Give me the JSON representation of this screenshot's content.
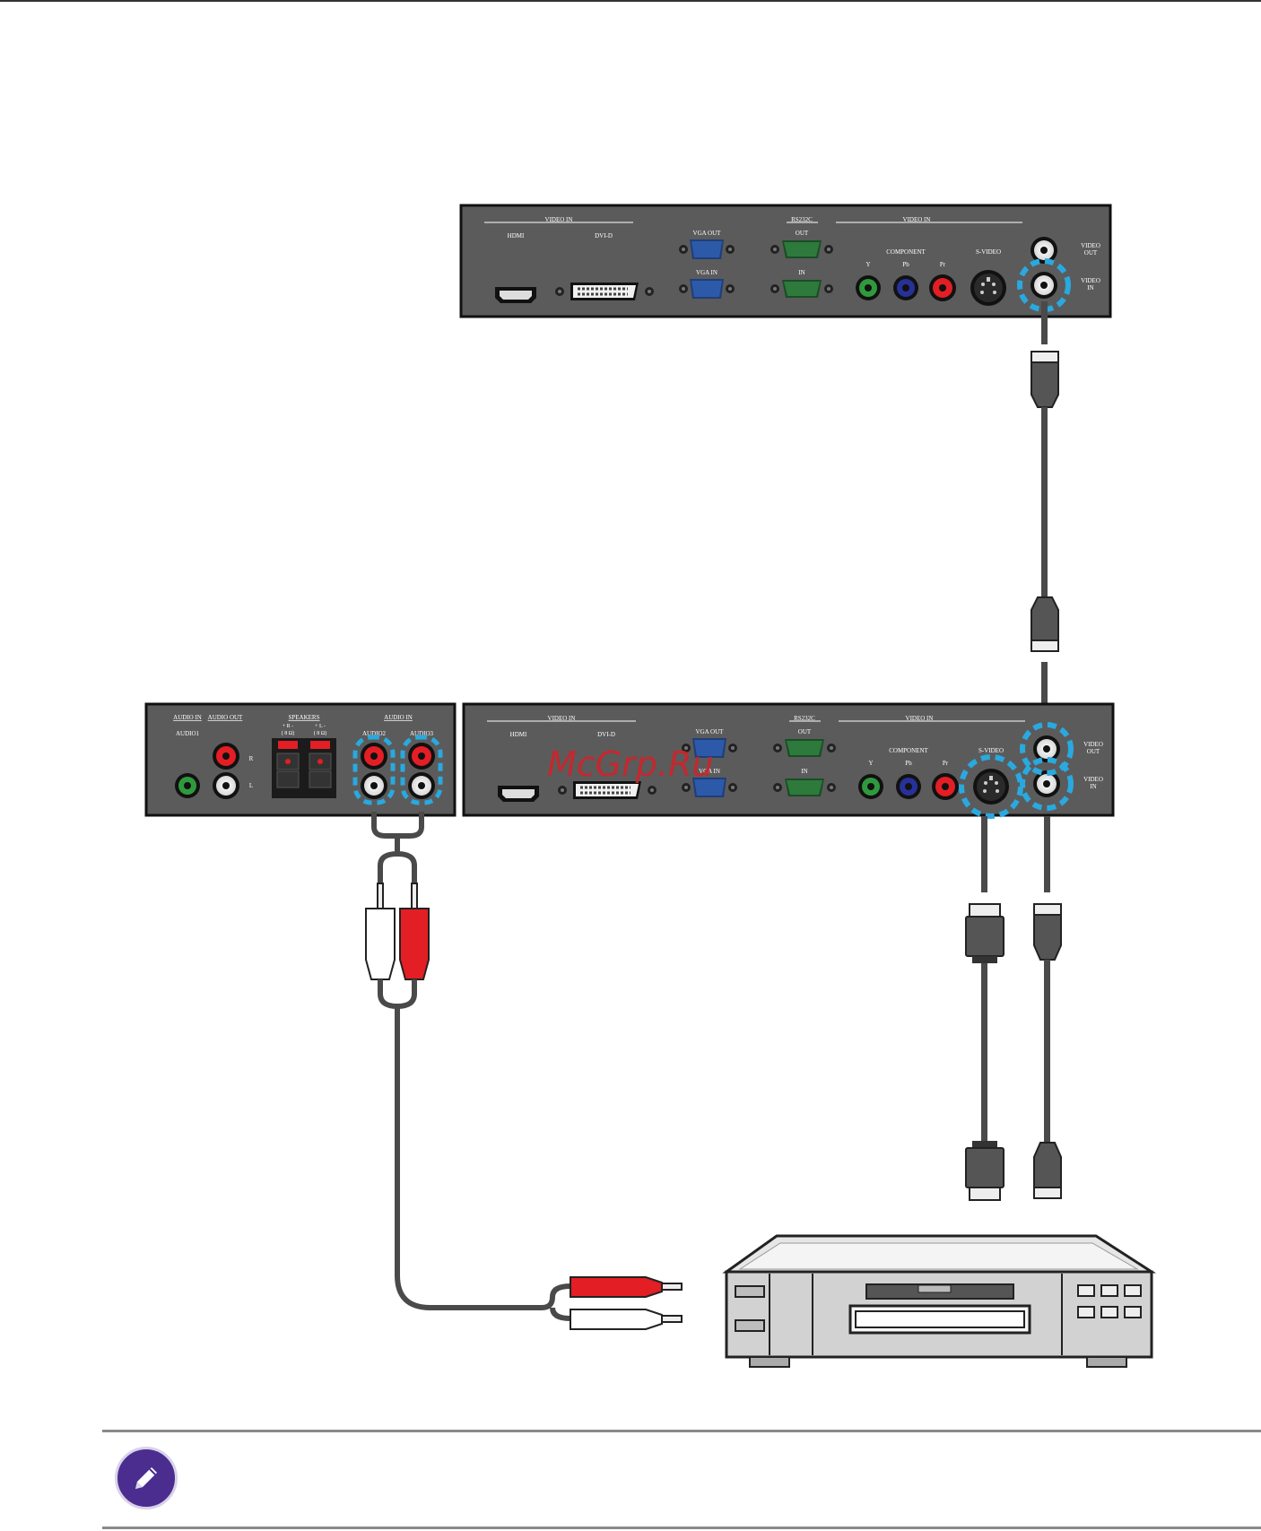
{
  "watermark": "McGrp.Ru",
  "top_display": {
    "video_in_left": "VIDEO IN",
    "hdmi": "HDMI",
    "dvi_d": "DVI-D",
    "vga_out": "VGA OUT",
    "vga_in": "VGA IN",
    "rs232c": "RS232C",
    "rs232c_out": "OUT",
    "rs232c_in": "IN",
    "video_in_right": "VIDEO IN",
    "component": "COMPONENT",
    "y": "Y",
    "pb": "Pb",
    "pr": "Pr",
    "s_video": "S-VIDEO",
    "video_out_1": "VIDEO",
    "video_out_2": "OUT",
    "video_in_1": "VIDEO",
    "video_in_2": "IN"
  },
  "audio_panel": {
    "audio_in": "AUDIO IN",
    "audio_out": "AUDIO OUT",
    "audio1": "AUDIO1",
    "speakers": "SPEAKERS",
    "spk_r": "+ R -",
    "spk_l": "+ L -",
    "ohm_r": "( 8 Ω)",
    "ohm_l": "( 8 Ω)",
    "audio_in_right": "AUDIO IN",
    "audio2": "AUDIO2",
    "audio3": "AUDIO3",
    "r": "R",
    "l": "L"
  },
  "bottom_display": {
    "video_in_left": "VIDEO IN",
    "hdmi": "HDMI",
    "dvi_d": "DVI-D",
    "vga_out": "VGA OUT",
    "vga_in": "VGA IN",
    "rs232c": "RS232C",
    "rs232c_out": "OUT",
    "rs232c_in": "IN",
    "video_in_right": "VIDEO IN",
    "component": "COMPONENT",
    "y": "Y",
    "pb": "Pb",
    "pr": "Pr",
    "s_video": "S-VIDEO",
    "video_out_1": "VIDEO",
    "video_out_2": "OUT",
    "video_in_1": "VIDEO",
    "video_in_2": "IN"
  },
  "colors": {
    "panel": "#5b5b5b",
    "highlight": "#29a9e0",
    "cable": "#4a4a4a",
    "rca_red": "#e31e24",
    "vga_blue": "#2c5aa8",
    "rs232_green": "#2d7a3c",
    "note_icon": "#4b2d8f"
  },
  "icons": {
    "note": "pencil-icon"
  }
}
